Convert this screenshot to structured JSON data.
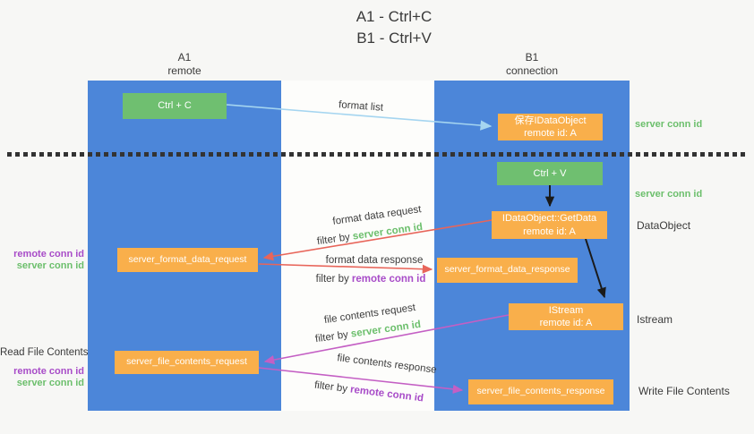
{
  "title": {
    "line1": "A1 - Ctrl+C",
    "line2": "B1 - Ctrl+V"
  },
  "columns": [
    {
      "name": "A1",
      "subtitle": "remote"
    },
    {
      "name": "B1",
      "subtitle": "connection"
    }
  ],
  "nodes": {
    "ctrl_c": {
      "label": "Ctrl + C"
    },
    "ctrl_v": {
      "label": "Ctrl + V"
    },
    "save_idataobject": {
      "title": "保存IDataObject",
      "subtitle": "remote id: A"
    },
    "getdata": {
      "title": "IDataObject::GetData",
      "subtitle": "remote id: A"
    },
    "istream": {
      "title": "IStream",
      "subtitle": "remote id: A"
    },
    "format_request": {
      "label": "server_format_data_request"
    },
    "format_response": {
      "label": "server_format_data_response"
    },
    "file_request": {
      "label": "server_file_contents_request"
    },
    "file_response": {
      "label": "server_file_contents_response"
    }
  },
  "edges": {
    "format_list": {
      "label": "format list"
    },
    "format_data_request": {
      "label": "format data request",
      "filter_prefix": "filter by ",
      "filter_key": "server conn id"
    },
    "format_data_response": {
      "label": "format data response",
      "filter_prefix": "filter by ",
      "filter_key": "remote conn id"
    },
    "file_contents_request": {
      "label": "file contents request",
      "filter_prefix": "filter by ",
      "filter_key": "server conn id"
    },
    "file_contents_response": {
      "label": "file contents response",
      "filter_prefix": "filter by ",
      "filter_key": "remote conn id"
    }
  },
  "left_annotations": {
    "pair1": {
      "remote": "remote conn id",
      "server": "server conn id"
    },
    "read_file": "Read File Contents",
    "pair2": {
      "remote": "remote conn id",
      "server": "server conn id"
    }
  },
  "right_annotations": {
    "server_conn_top": "server conn id",
    "server_conn_mid": "server conn id",
    "dataobject": "DataObject",
    "istream": "Istream",
    "write_file": "Write File Contents"
  },
  "colors": {
    "lifeline_blue": "#4c86d9",
    "action_green": "#6fbf70",
    "message_orange": "#f9af4b",
    "arrow_red": "#e8655a",
    "arrow_magenta": "#c45fc4",
    "arrow_lightblue": "#a5d5f0",
    "arrow_black": "#1a1a1a",
    "keyword_green": "#6cbf6c",
    "keyword_purple": "#a84cc8"
  }
}
